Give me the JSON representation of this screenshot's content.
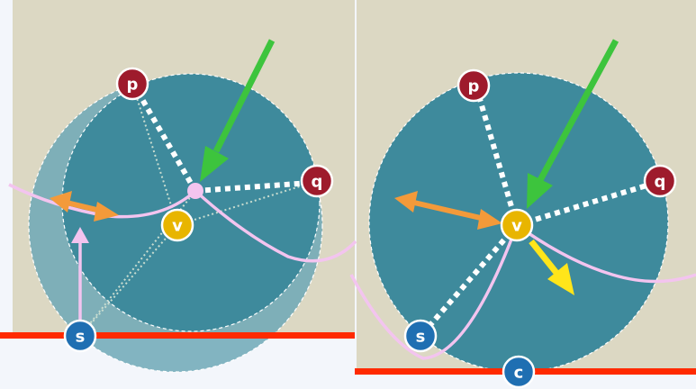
{
  "points": {
    "p": "p",
    "q": "q",
    "v": "v",
    "s": "s",
    "c": "c"
  },
  "colors": {
    "background": "#dcd8c3",
    "disk": "#3e8a9c",
    "disk_faded": "#6da8b6",
    "point_p_q": "#9e1b2c",
    "point_v": "#e8b500",
    "point_s_c": "#1f6fb2",
    "curve": "#f3c4ef",
    "boundary": "#ff2a00",
    "green_arrow": "#3dc43d",
    "orange_arrow": "#f39a3a",
    "yellow_arrow": "#ffe51a",
    "dotted_lines": "#ffffff"
  }
}
